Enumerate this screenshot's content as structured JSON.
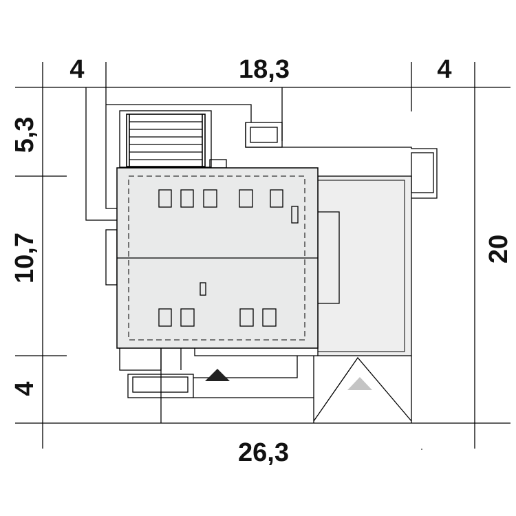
{
  "dimensions": {
    "top_left": "4",
    "top_middle": "18,3",
    "top_right": "4",
    "left_top": "5,3",
    "left_middle": "10,7",
    "left_bottom": "4",
    "right": "20",
    "bottom": "26,3"
  },
  "colors": {
    "roof_fill": "#e9eaea",
    "garage_fill": "#eeeeee",
    "line": "#000000",
    "arrow_entry": "#222222",
    "arrow_drive": "#c4c4c4"
  }
}
